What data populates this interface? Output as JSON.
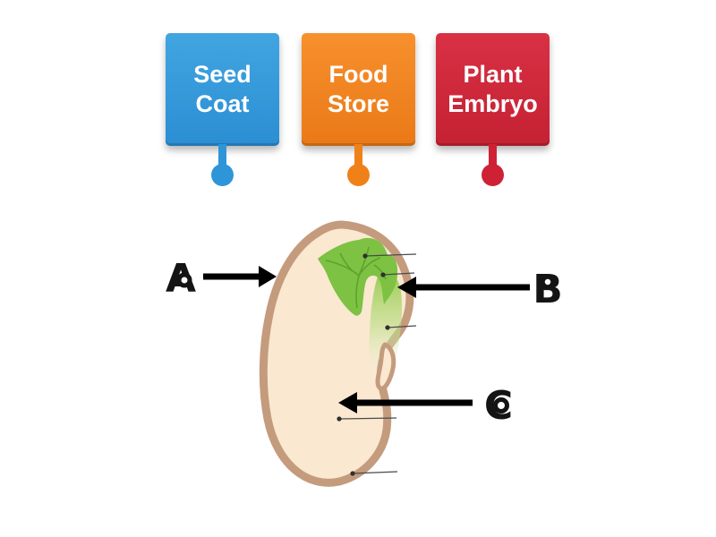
{
  "page": {
    "background": "#ffffff"
  },
  "labels": [
    {
      "id": "seed-coat",
      "text": "Seed Coat",
      "line1": "Seed",
      "line2": "Coat",
      "color": "#2e96d8"
    },
    {
      "id": "food-store",
      "text": "Food Store",
      "line1": "Food",
      "line2": "Store",
      "color": "#f08119"
    },
    {
      "id": "plant-embryo",
      "text": "Plant Embryo",
      "line1": "Plant",
      "line2": "Embryo",
      "color": "#ce2135"
    }
  ],
  "diagram": {
    "illustration": "bean-seed-cross-section",
    "markers": [
      {
        "letter": "A",
        "arrow_direction": "right",
        "points_to": "seed coat (left outer edge)"
      },
      {
        "letter": "B",
        "arrow_direction": "left",
        "points_to": "green plant embryo (top right)"
      },
      {
        "letter": "C",
        "arrow_direction": "left",
        "points_to": "pale food store interior"
      }
    ],
    "colors": {
      "seed_coat": "#c49b7d",
      "seed_interior": "#fae8d1",
      "embryo_leaf": "#7dc242",
      "leaf_vein": "#5c9e2b",
      "embryo_stem_light": "#8cc63f",
      "arrow": "#000000",
      "leader_line": "#4a4a4a"
    }
  }
}
